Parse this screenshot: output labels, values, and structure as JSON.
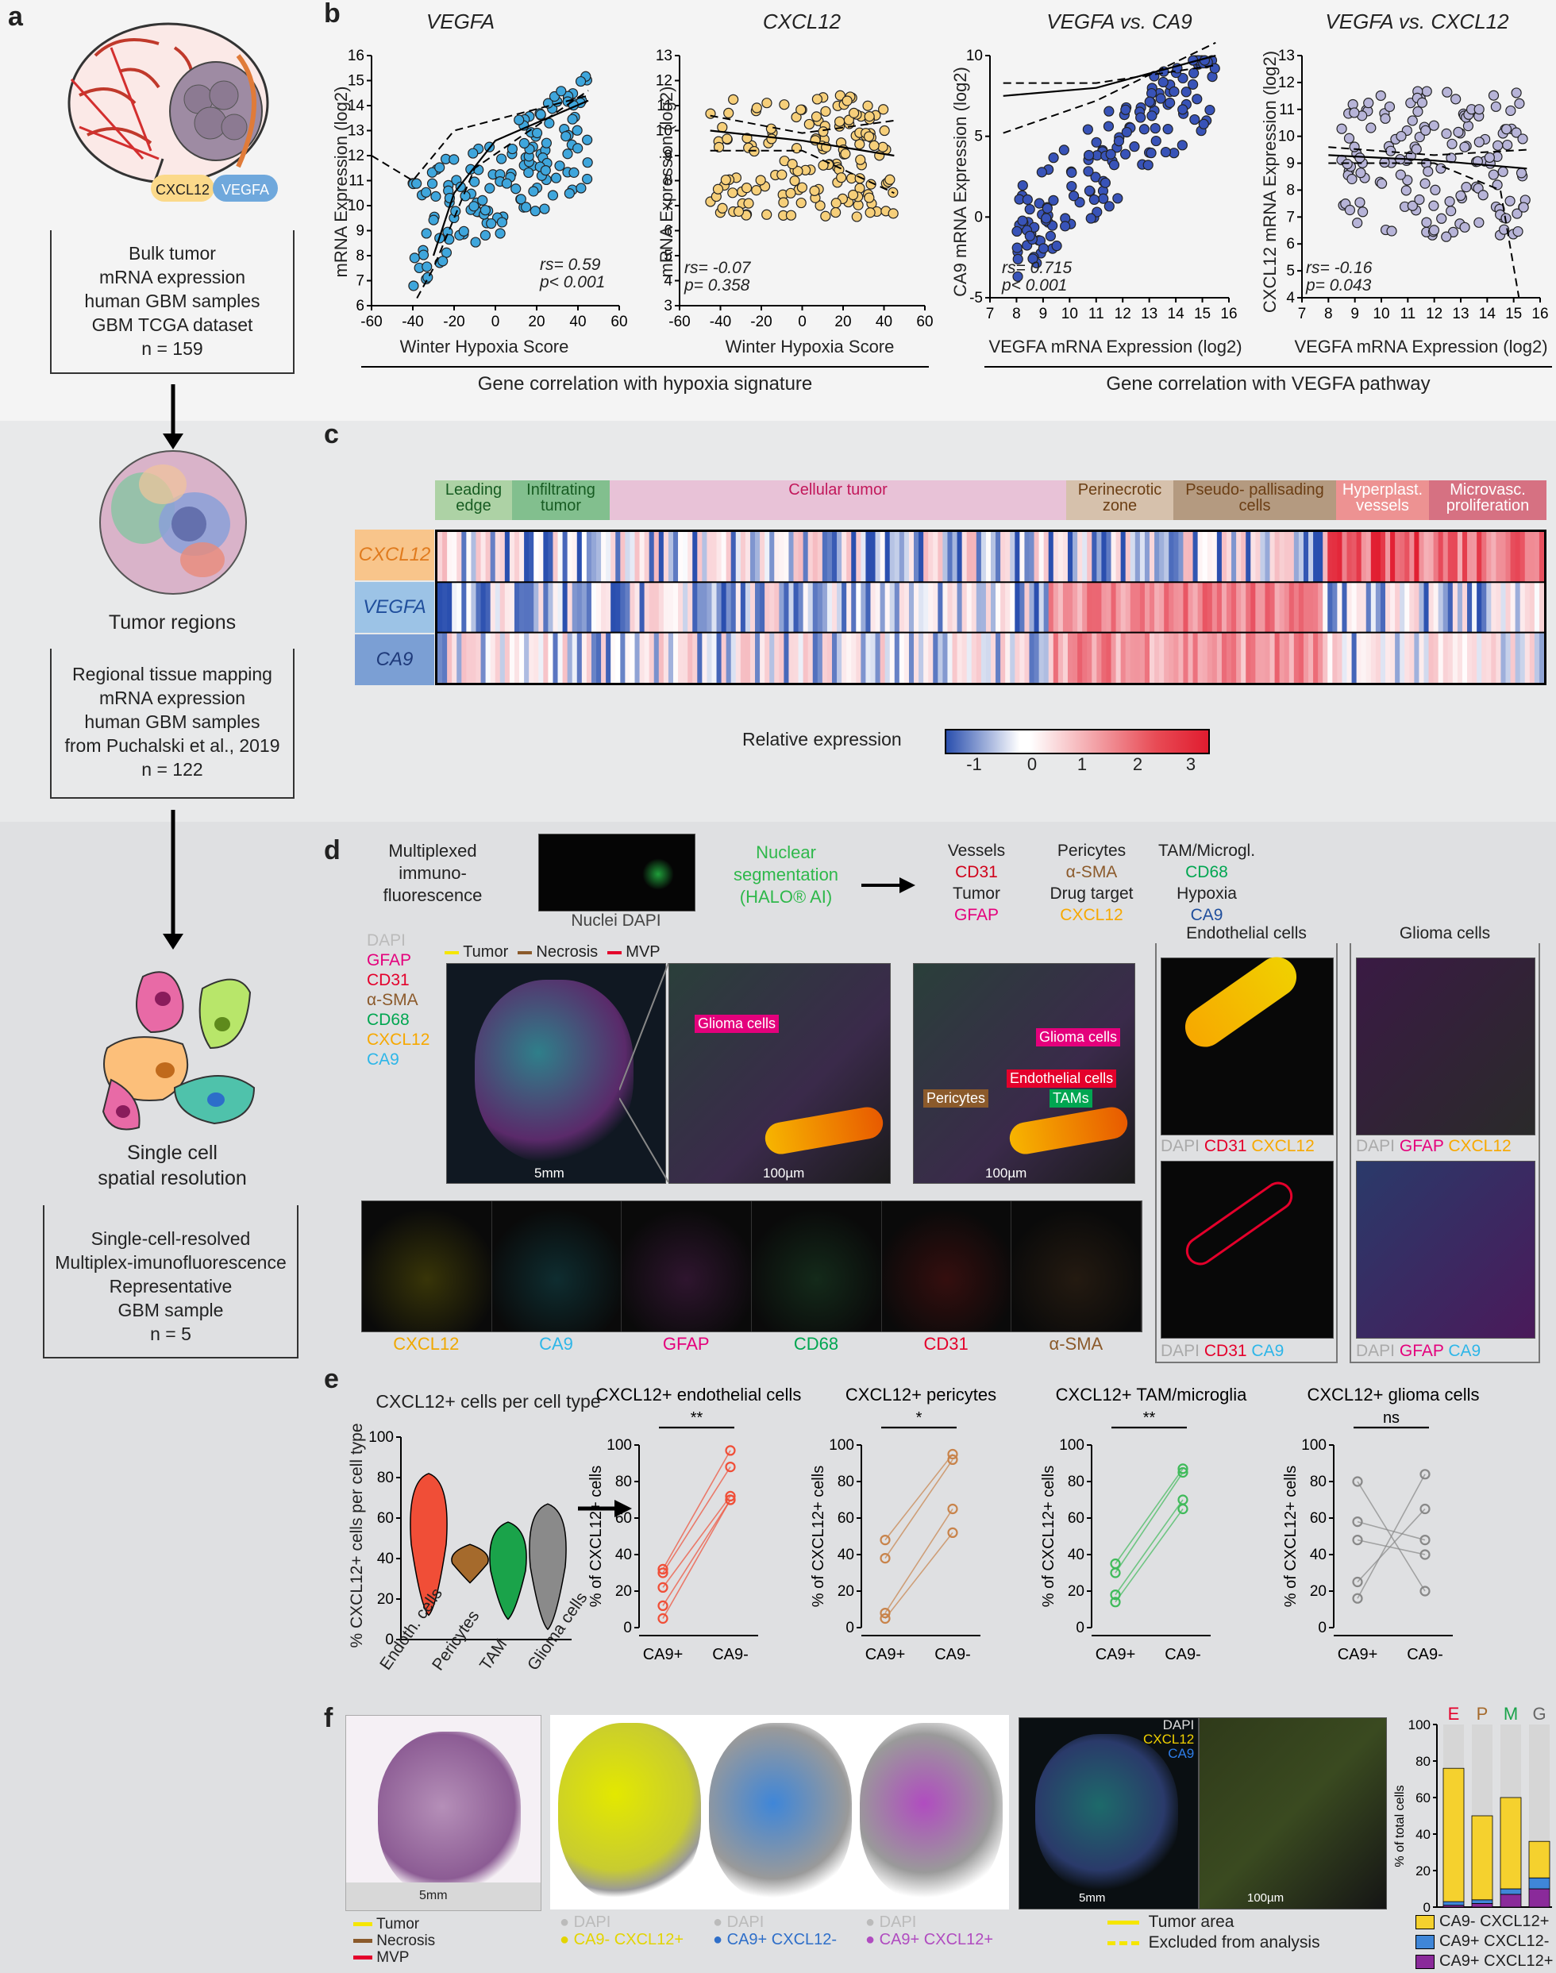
{
  "panels": {
    "a": "a",
    "b": "b",
    "c": "c",
    "d": "d",
    "e": "e",
    "f": "f"
  },
  "flow": {
    "box1": [
      "Bulk tumor",
      "mRNA expression",
      "human GBM samples",
      "GBM TCGA dataset",
      "n = 159"
    ],
    "genes": {
      "cxcl12": "CXCL12",
      "vegfa": "VEGFA"
    },
    "tumor_regions": "Tumor regions",
    "box2": [
      "Regional tissue mapping",
      "mRNA expression",
      "human GBM samples",
      "from Puchalski et al., 2019",
      "n = 122"
    ],
    "single_cell": [
      "Single cell",
      "spatial resolution"
    ],
    "box3": [
      "Single-cell-resolved",
      "Multiplex-imunofluorescence",
      "Representative",
      "GBM sample",
      "n = 5"
    ]
  },
  "b": {
    "plots": [
      {
        "title": "VEGFA",
        "ylabel": "mRNA Expression (log2)",
        "xlabel": "Winter Hypoxia Score",
        "stat1": "rs= 0.59",
        "stat2": "p< 0.001"
      },
      {
        "title": "CXCL12",
        "ylabel": "mRNA Expression (log2)",
        "xlabel": "Winter Hypoxia Score",
        "stat1": "rs= -0.07",
        "stat2": "p= 0.358"
      },
      {
        "title": "VEGFA vs. CA9",
        "ylabel": "CA9 mRNA Expression (log2)",
        "xlabel": "VEGFA mRNA Expression (log2)",
        "stat1": "rs= 0.715",
        "stat2": "p< 0.001"
      },
      {
        "title": "VEGFA vs. CXCL12",
        "ylabel": "CXCL12 mRNA Expression (log2)",
        "xlabel": "VEGFA mRNA Expression (log2)",
        "stat1": "rs= -0.16",
        "stat2": "p= 0.043"
      }
    ],
    "group1": "Gene correlation with hypoxia signature",
    "group2": "Gene correlation with VEGFA pathway"
  },
  "c": {
    "regions": [
      {
        "label": "Leading edge",
        "color": "#7ec16e"
      },
      {
        "label": "Infiltrating tumor",
        "color": "#2f9e44"
      },
      {
        "label": "Cellular tumor",
        "color": "#e9a3c9"
      },
      {
        "label": "Perinecrotic zone",
        "color": "#c9a27a"
      },
      {
        "label": "Pseudo- pallisading cells",
        "color": "#8b5a2b"
      },
      {
        "label": "Hyperplast. vessels",
        "color": "#f24c4c"
      },
      {
        "label": "Microvasc. proliferation",
        "color": "#c8102e"
      }
    ],
    "rows": [
      "CXCL12",
      "VEGFA",
      "CA9"
    ],
    "legend_title": "Relative expression",
    "legend_ticks": [
      "-1",
      "0",
      "1",
      "2",
      "3"
    ]
  },
  "d": {
    "mif": [
      "Multiplexed",
      "immuno-",
      "fluorescence"
    ],
    "nuclei": "Nuclei DAPI",
    "seg": [
      "Nuclear",
      "segmentation",
      "(HALO® AI)"
    ],
    "markers": {
      "vessels": [
        "Vessels",
        "CD31",
        "Tumor",
        "GFAP"
      ],
      "pericytes": [
        "Pericytes",
        "α-SMA",
        "Drug target",
        "CXCL12"
      ],
      "tam": [
        "TAM/Microgl.",
        "CD68",
        "Hypoxia",
        "CA9"
      ]
    },
    "legend": [
      "DAPI",
      "GFAP",
      "CD31",
      "α-SMA",
      "CD68",
      "CXCL12",
      "CA9"
    ],
    "legend_colors": [
      "#bbbbbb",
      "#e4007c",
      "#e4002b",
      "#8b5a2b",
      "#00a651",
      "#f7a800",
      "#2eb6e8"
    ],
    "regions": [
      "Tumor",
      "Necrosis",
      "MVP"
    ],
    "callouts": [
      "Glioma cells",
      "Glioma cells",
      "Endothelial cells",
      "Pericytes",
      "TAMs"
    ],
    "scales": [
      "5mm",
      "100µm",
      "100µm"
    ],
    "channels": [
      "CXCL12",
      "CA9",
      "GFAP",
      "CD68",
      "CD31",
      "α-SMA"
    ],
    "endo_title": "Endothelial cells",
    "glioma_title": "Glioma cells",
    "endo_labels": [
      [
        "DAPI",
        "CD31",
        "CXCL12"
      ],
      [
        "DAPI",
        "CD31",
        "CA9"
      ]
    ],
    "glioma_labels": [
      [
        "DAPI",
        "GFAP",
        "CXCL12"
      ],
      [
        "DAPI",
        "GFAP",
        "CA9"
      ]
    ]
  },
  "e": {
    "violin_title": "CXCL12+ cells per cell type",
    "violin_ylabel": "% CXCL12+ cells per cell type",
    "violin_x": [
      "Endoth. cells",
      "Pericytes",
      "TAM",
      "Glioma cells"
    ],
    "pairs": [
      {
        "title": "CXCL12+ endothelial cells",
        "sig": "**",
        "ylabel": "% of CXCL12+ cells",
        "color": "#f04e37"
      },
      {
        "title": "CXCL12+ pericytes",
        "sig": "*",
        "ylabel": "% of CXCL12+ cells",
        "color": "#c8834a"
      },
      {
        "title": "CXCL12+ TAM/microglia",
        "sig": "**",
        "ylabel": "% of CXCL12+ cells",
        "color": "#3fba5a"
      },
      {
        "title": "CXCL12+ glioma cells",
        "sig": "ns",
        "ylabel": "% of CXCL12+ cells",
        "color": "#888888"
      }
    ],
    "xcats": [
      "CA9+",
      "CA9-"
    ],
    "yticks": [
      "0",
      "20",
      "40",
      "60",
      "80",
      "100"
    ]
  },
  "f": {
    "regions": [
      "Tumor",
      "Necrosis",
      "MVP"
    ],
    "maps": [
      [
        "DAPI",
        "CA9- CXCL12+"
      ],
      [
        "DAPI",
        "CA9+ CXCL12-"
      ],
      [
        "DAPI",
        "CA9+ CXCL12+"
      ]
    ],
    "overlay": [
      "DAPI",
      "CXCL12",
      "CA9"
    ],
    "area": [
      "Tumor area",
      "Excluded from analysis"
    ],
    "scales": [
      "5mm",
      "5mm",
      "100µm"
    ],
    "bars_ylabel": "% of total cells",
    "bars_cats": [
      "E",
      "P",
      "M",
      "G"
    ],
    "bars_legend": [
      "CA9- CXCL12+",
      "CA9+ CXCL12-",
      "CA9+ CXCL12+"
    ]
  },
  "chart_data": [
    {
      "type": "scatter",
      "title": "VEGFA",
      "xlabel": "Winter Hypoxia Score",
      "ylabel": "mRNA Expression (log2)",
      "xlim": [
        -60,
        60
      ],
      "ylim": [
        6,
        16
      ]
    },
    {
      "type": "scatter",
      "title": "CXCL12",
      "xlabel": "Winter Hypoxia Score",
      "ylabel": "mRNA Expression (log2)",
      "xlim": [
        -60,
        60
      ],
      "ylim": [
        3,
        13
      ]
    },
    {
      "type": "scatter",
      "title": "VEGFA vs. CA9",
      "xlabel": "VEGFA mRNA Expression (log2)",
      "ylabel": "CA9 mRNA Expression (log2)",
      "xlim": [
        7,
        16
      ],
      "ylim": [
        -5,
        10
      ]
    },
    {
      "type": "scatter",
      "title": "VEGFA vs. CXCL12",
      "xlabel": "VEGFA mRNA Expression (log2)",
      "ylabel": "CXCL12 mRNA Expression (log2)",
      "xlim": [
        7,
        16
      ],
      "ylim": [
        4,
        13
      ]
    },
    {
      "type": "line",
      "title": "CXCL12+ endothelial cells",
      "categories": [
        "CA9+",
        "CA9-"
      ],
      "series": [
        {
          "values": [
            32,
            97
          ]
        },
        {
          "values": [
            30,
            88
          ]
        },
        {
          "values": [
            22,
            72
          ]
        },
        {
          "values": [
            12,
            70
          ]
        },
        {
          "values": [
            5,
            70
          ]
        }
      ],
      "ylim": [
        0,
        100
      ]
    },
    {
      "type": "line",
      "title": "CXCL12+ pericytes",
      "categories": [
        "CA9+",
        "CA9-"
      ],
      "series": [
        {
          "values": [
            48,
            95
          ]
        },
        {
          "values": [
            38,
            92
          ]
        },
        {
          "values": [
            8,
            65
          ]
        },
        {
          "values": [
            5,
            52
          ]
        }
      ],
      "ylim": [
        0,
        100
      ]
    },
    {
      "type": "line",
      "title": "CXCL12+ TAM/microglia",
      "categories": [
        "CA9+",
        "CA9-"
      ],
      "series": [
        {
          "values": [
            35,
            87
          ]
        },
        {
          "values": [
            30,
            85
          ]
        },
        {
          "values": [
            18,
            70
          ]
        },
        {
          "values": [
            14,
            65
          ]
        }
      ],
      "ylim": [
        0,
        100
      ]
    },
    {
      "type": "line",
      "title": "CXCL12+ glioma cells",
      "categories": [
        "CA9+",
        "CA9-"
      ],
      "series": [
        {
          "values": [
            80,
            20
          ]
        },
        {
          "values": [
            58,
            48
          ]
        },
        {
          "values": [
            48,
            40
          ]
        },
        {
          "values": [
            25,
            65
          ]
        },
        {
          "values": [
            16,
            84
          ]
        }
      ],
      "ylim": [
        0,
        100
      ]
    },
    {
      "type": "bar",
      "categories": [
        "E",
        "P",
        "M",
        "G"
      ],
      "series": [
        {
          "name": "CA9- CXCL12+",
          "values": [
            73,
            46,
            50,
            20
          ]
        },
        {
          "name": "CA9+ CXCL12-",
          "values": [
            2,
            2,
            3,
            6
          ]
        },
        {
          "name": "CA9+ CXCL12+",
          "values": [
            1,
            2,
            7,
            10
          ]
        }
      ],
      "ylim": [
        0,
        100
      ]
    }
  ]
}
